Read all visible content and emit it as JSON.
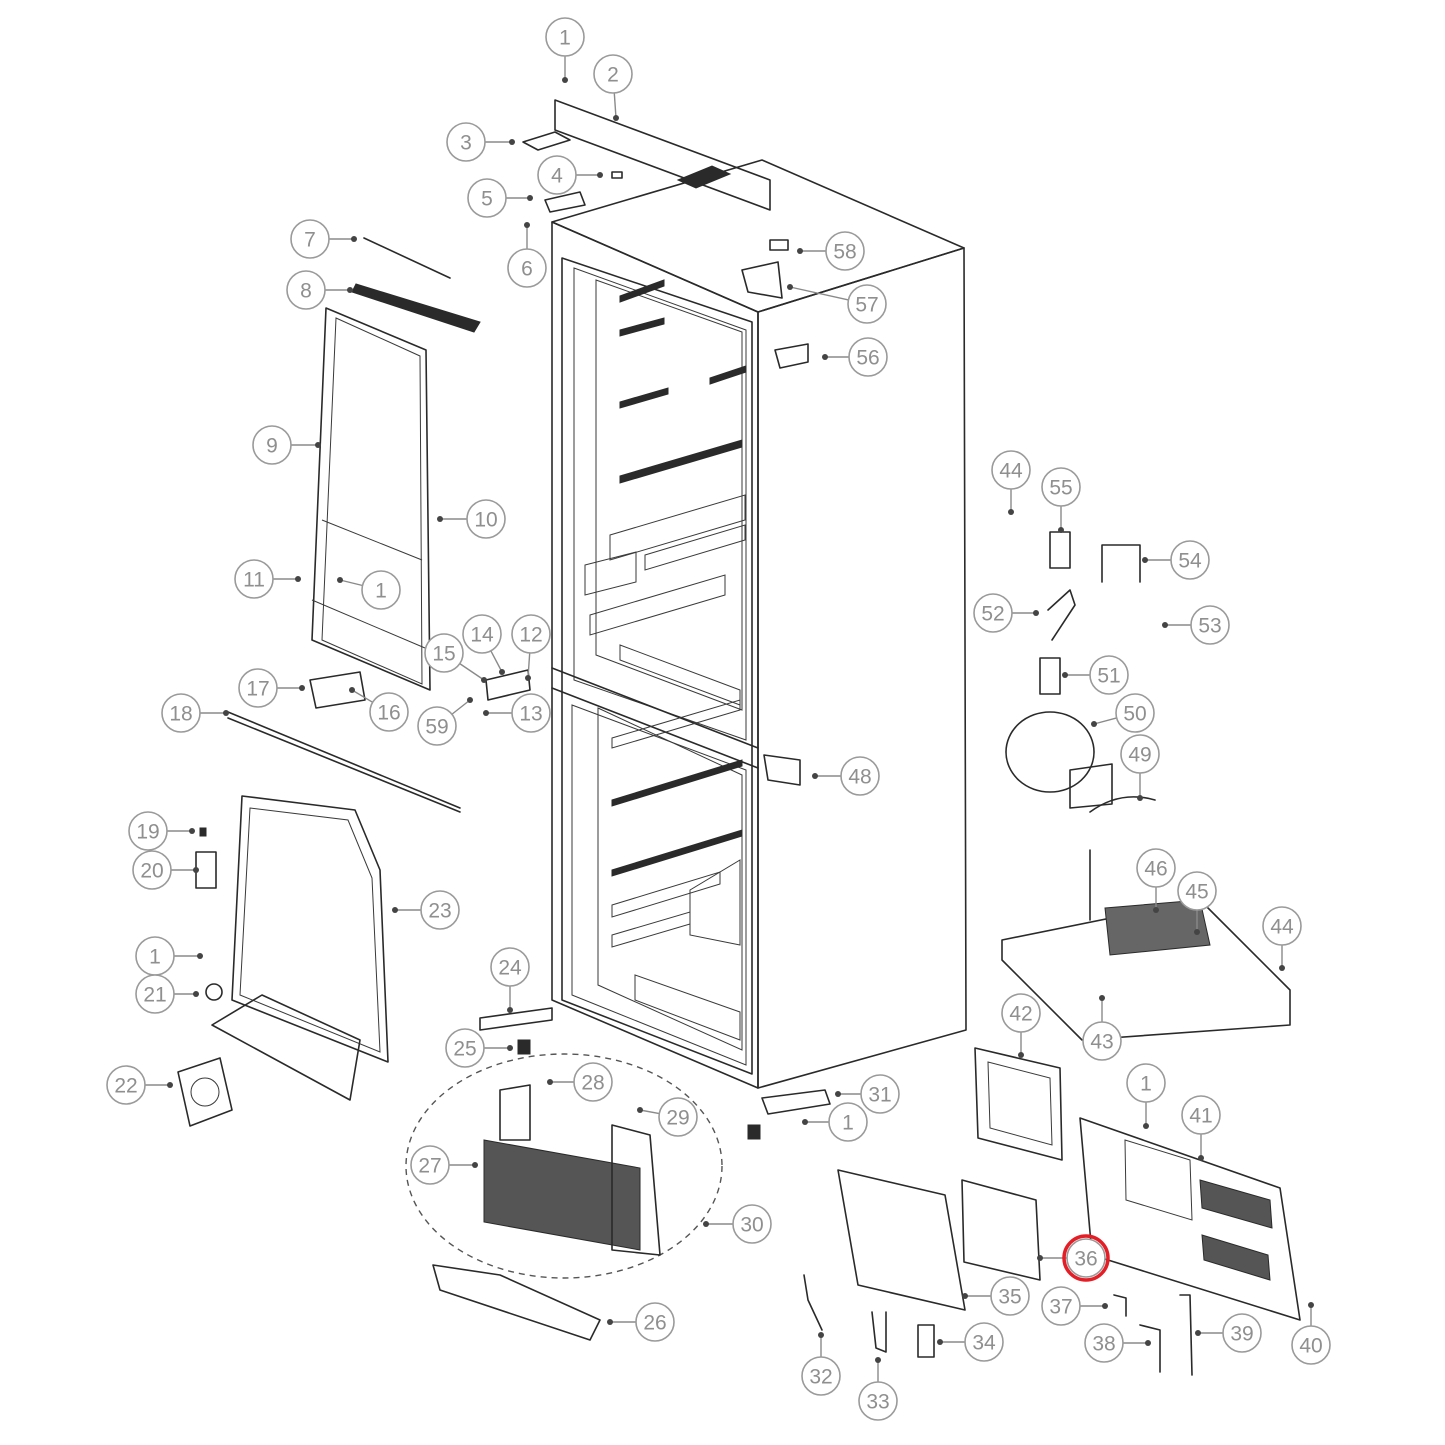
{
  "diagram": {
    "highlight_color": "#e41e26",
    "line_color": "#2a2a2a",
    "callout_color": "#9a9a9a",
    "callouts": [
      {
        "label": "1"
      },
      {
        "label": "2"
      },
      {
        "label": "3"
      },
      {
        "label": "4"
      },
      {
        "label": "5"
      },
      {
        "label": "6"
      },
      {
        "label": "7"
      },
      {
        "label": "8"
      },
      {
        "label": "9"
      },
      {
        "label": "10"
      },
      {
        "label": "11"
      },
      {
        "label": "1"
      },
      {
        "label": "14"
      },
      {
        "label": "12"
      },
      {
        "label": "15"
      },
      {
        "label": "17"
      },
      {
        "label": "16"
      },
      {
        "label": "59"
      },
      {
        "label": "13"
      },
      {
        "label": "18"
      },
      {
        "label": "19"
      },
      {
        "label": "20"
      },
      {
        "label": "23"
      },
      {
        "label": "1"
      },
      {
        "label": "21"
      },
      {
        "label": "22"
      },
      {
        "label": "24"
      },
      {
        "label": "25"
      },
      {
        "label": "28"
      },
      {
        "label": "29"
      },
      {
        "label": "27"
      },
      {
        "label": "30"
      },
      {
        "label": "26"
      },
      {
        "label": "31"
      },
      {
        "label": "1"
      },
      {
        "label": "58"
      },
      {
        "label": "57"
      },
      {
        "label": "56"
      },
      {
        "label": "48"
      },
      {
        "label": "44"
      },
      {
        "label": "55"
      },
      {
        "label": "54"
      },
      {
        "label": "52"
      },
      {
        "label": "53"
      },
      {
        "label": "51"
      },
      {
        "label": "50"
      },
      {
        "label": "49"
      },
      {
        "label": "46"
      },
      {
        "label": "45"
      },
      {
        "label": "44"
      },
      {
        "label": "43"
      },
      {
        "label": "42"
      },
      {
        "label": "1"
      },
      {
        "label": "41"
      },
      {
        "label": "36"
      },
      {
        "label": "35"
      },
      {
        "label": "37"
      },
      {
        "label": "38"
      },
      {
        "label": "39"
      },
      {
        "label": "40"
      },
      {
        "label": "34"
      },
      {
        "label": "32"
      },
      {
        "label": "33"
      }
    ],
    "highlighted_callout": "36"
  }
}
